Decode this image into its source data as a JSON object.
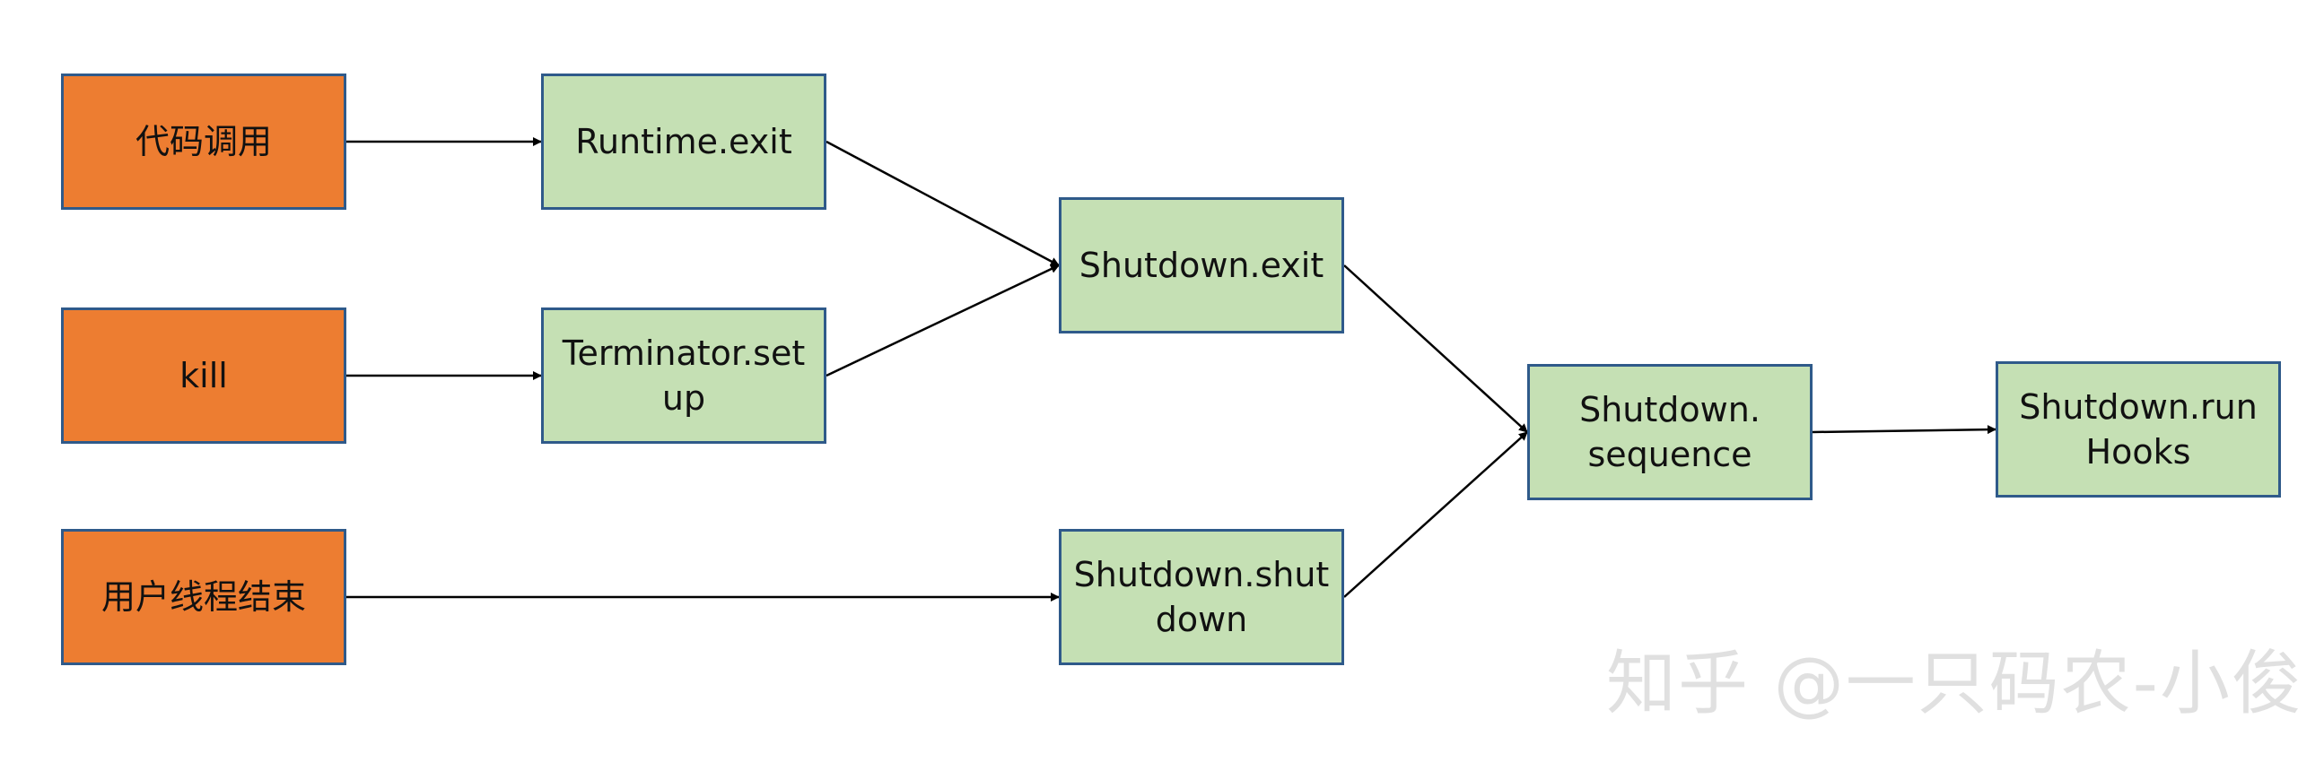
{
  "colors": {
    "source_fill": "#ed7d31",
    "step_fill": "#c5e0b4",
    "border": "#2f5a8a",
    "arrow": "#000000"
  },
  "nodes": {
    "code_call": "代码调用",
    "kill": "kill",
    "user_threads_end": "用户线程结束",
    "runtime_exit": "Runtime.exit",
    "terminator_setup": "Terminator.set\nup",
    "shutdown_exit": "Shutdown.exit",
    "shutdown_shutdown": "Shutdown.shut\ndown",
    "shutdown_sequence": "Shutdown.\nsequence",
    "shutdown_run_hooks": "Shutdown.run\nHooks"
  },
  "edges": [
    [
      "code_call",
      "runtime_exit"
    ],
    [
      "kill",
      "terminator_setup"
    ],
    [
      "user_threads_end",
      "shutdown_shutdown"
    ],
    [
      "runtime_exit",
      "shutdown_exit"
    ],
    [
      "terminator_setup",
      "shutdown_exit"
    ],
    [
      "shutdown_exit",
      "shutdown_sequence"
    ],
    [
      "shutdown_shutdown",
      "shutdown_sequence"
    ],
    [
      "shutdown_sequence",
      "shutdown_run_hooks"
    ]
  ],
  "watermark": "知乎 @一只码农-小俊"
}
